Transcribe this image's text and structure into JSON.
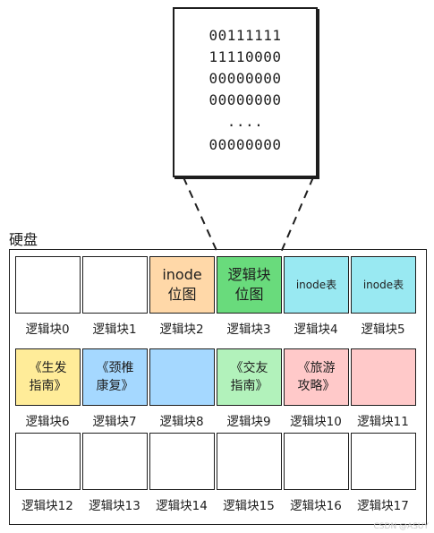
{
  "zoom": {
    "lines": [
      "00111111",
      "11110000",
      "00000000",
      "00000000",
      "....",
      "00000000"
    ]
  },
  "disk": {
    "label": "硬盘"
  },
  "rows": [
    [
      {
        "text": "",
        "color": "#ffffff",
        "caption": "逻辑块0"
      },
      {
        "text": "",
        "color": "#ffffff",
        "caption": "逻辑块1"
      },
      {
        "text": "inode\n位图",
        "color": "#ffd8a8",
        "caption": "逻辑块2"
      },
      {
        "text": "逻辑块\n位图",
        "color": "#69db7c",
        "caption": "逻辑块3"
      },
      {
        "text": "inode表",
        "color": "#99e9f2",
        "caption": "逻辑块4"
      },
      {
        "text": "inode表",
        "color": "#99e9f2",
        "caption": "逻辑块5"
      }
    ],
    [
      {
        "text": "《生发\n指南》",
        "color": "#ffec99",
        "caption": "逻辑块6"
      },
      {
        "text": "《颈椎\n康复》",
        "color": "#a5d8ff",
        "caption": "逻辑块7"
      },
      {
        "text": "",
        "color": "#a5d8ff",
        "caption": "逻辑块8"
      },
      {
        "text": "《交友\n指南》",
        "color": "#b2f2bb",
        "caption": "逻辑块9"
      },
      {
        "text": "《旅游\n攻略》",
        "color": "#ffc9c9",
        "caption": "逻辑块10"
      },
      {
        "text": "",
        "color": "#ffc9c9",
        "caption": "逻辑块11"
      }
    ],
    [
      {
        "text": "",
        "color": "#ffffff",
        "caption": "逻辑块12"
      },
      {
        "text": "",
        "color": "#ffffff",
        "caption": "逻辑块13"
      },
      {
        "text": "",
        "color": "#ffffff",
        "caption": "逻辑块14"
      },
      {
        "text": "",
        "color": "#ffffff",
        "caption": "逻辑块15"
      },
      {
        "text": "",
        "color": "#ffffff",
        "caption": "逻辑块16"
      },
      {
        "text": "",
        "color": "#ffffff",
        "caption": "逻辑块17"
      }
    ]
  ],
  "watermark": "CSDN @ASUY"
}
